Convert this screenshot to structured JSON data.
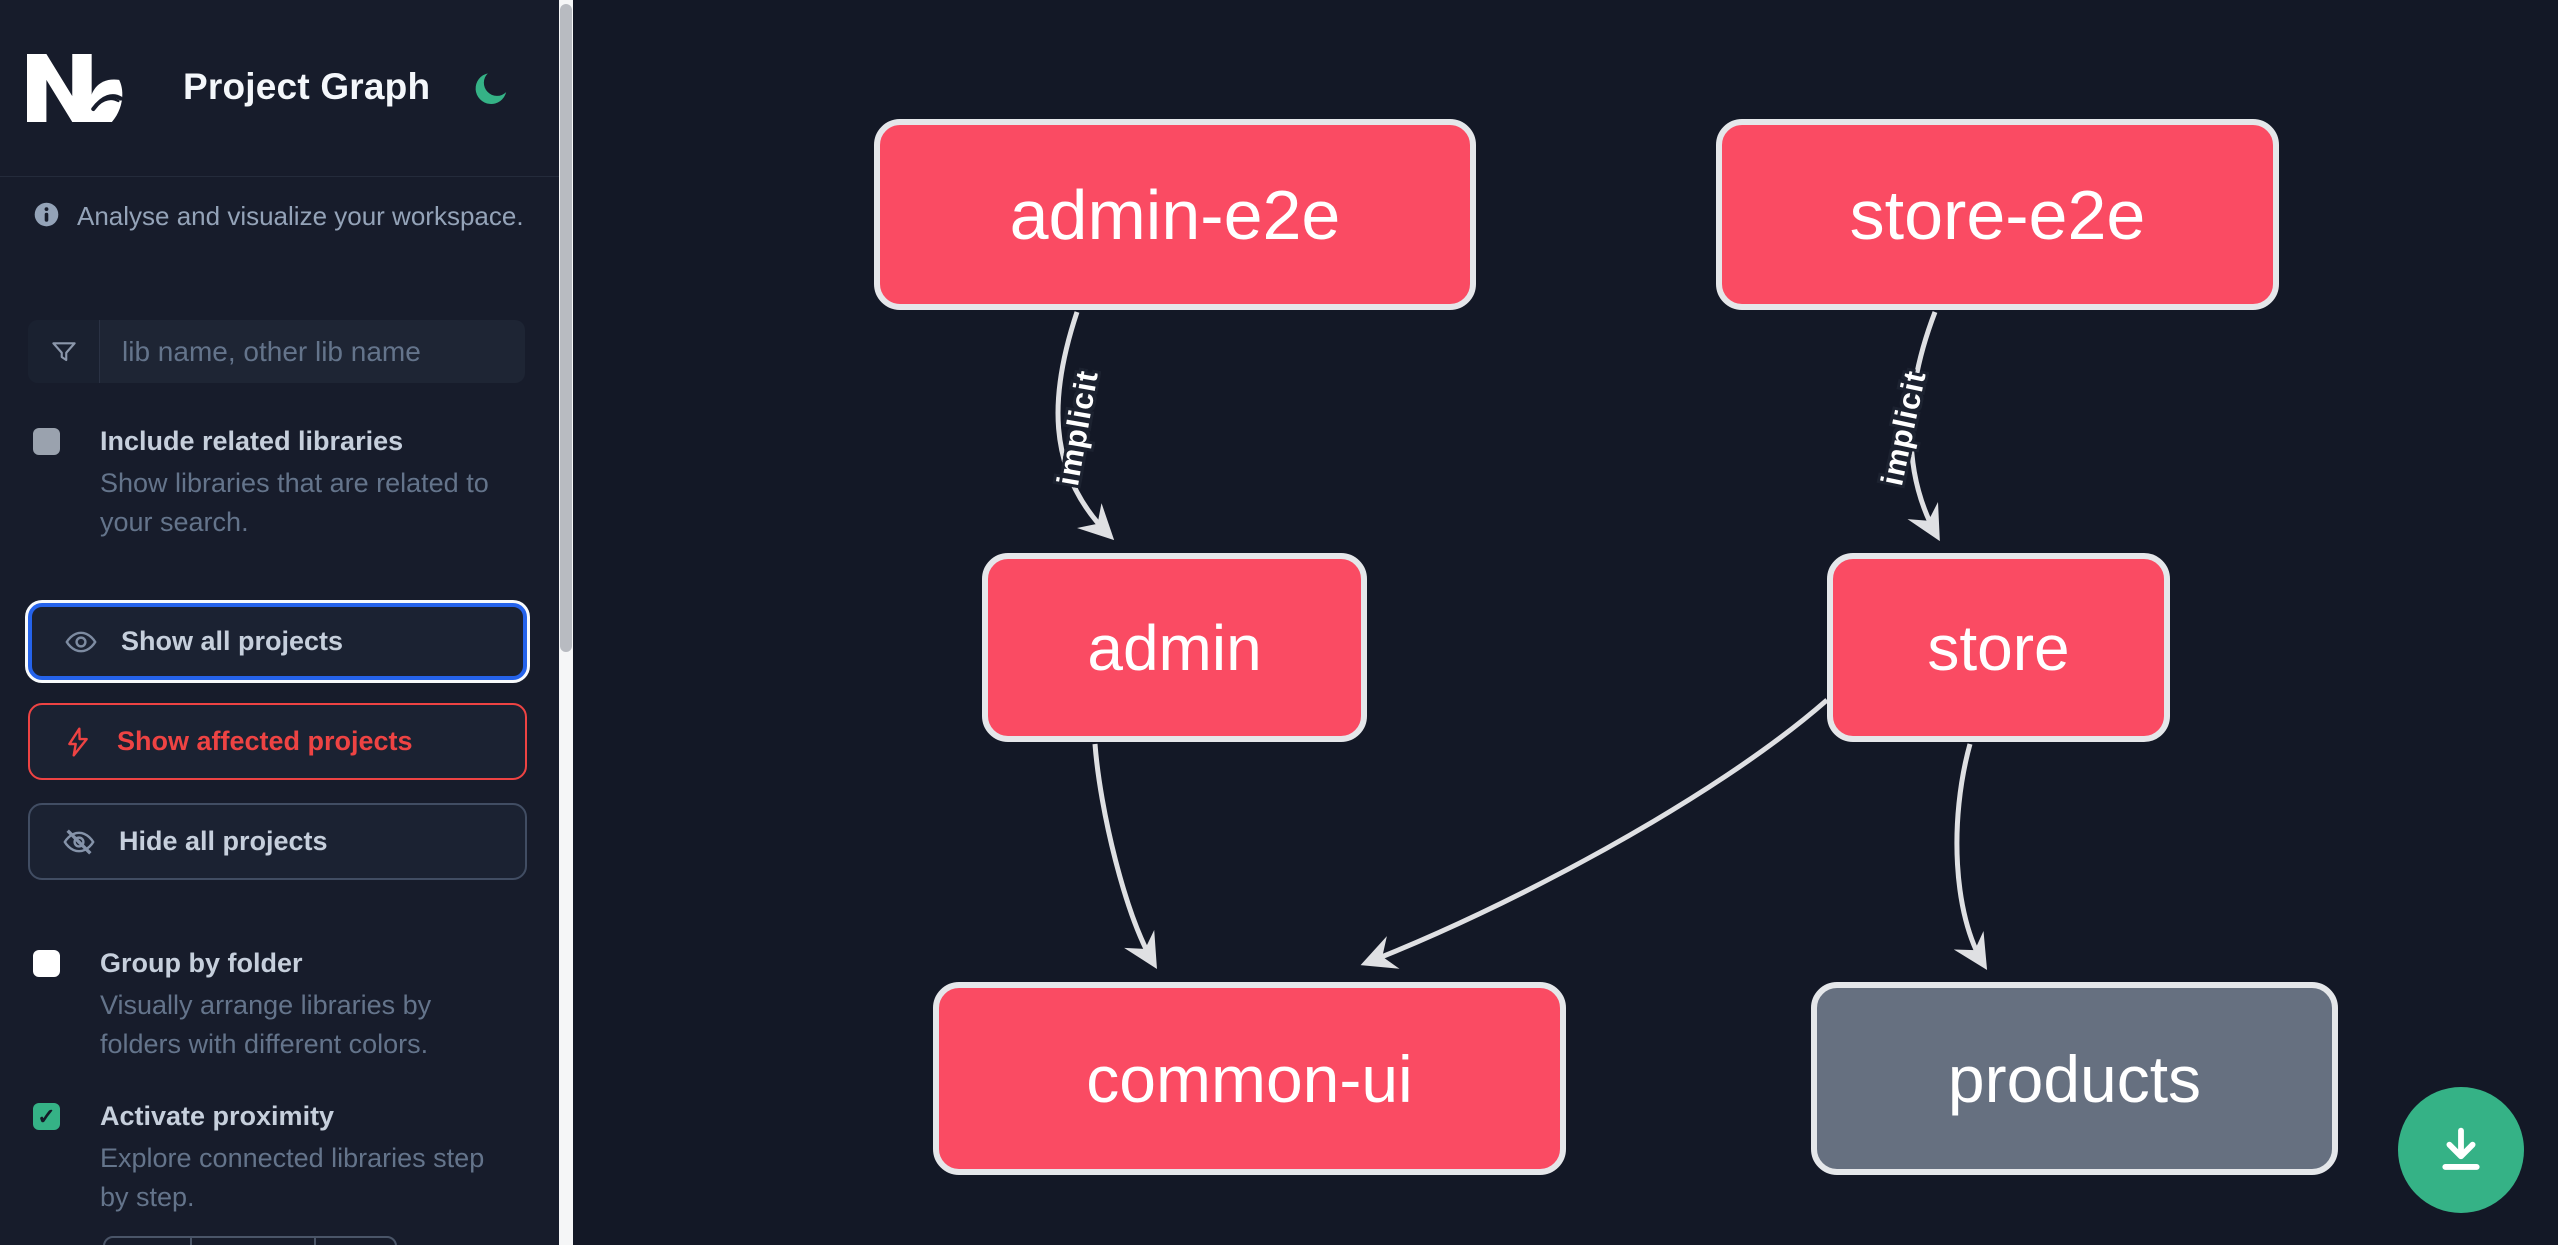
{
  "header": {
    "title": "Project Graph",
    "theme_toggle": "dark-mode-moon"
  },
  "sidebar": {
    "tagline": "Analyse and visualize your workspace.",
    "search": {
      "placeholder": "lib name, other lib name",
      "value": ""
    },
    "include_related": {
      "label": "Include related libraries",
      "description": "Show libraries that are related to your search.",
      "checked": false
    },
    "actions": {
      "show_all": {
        "label": "Show all projects",
        "focused": true
      },
      "show_affected": {
        "label": "Show affected projects"
      },
      "hide_all": {
        "label": "Hide all projects"
      }
    },
    "group_by_folder": {
      "label": "Group by folder",
      "description": "Visually arrange libraries by folders with different colors.",
      "checked": false
    },
    "activate_proximity": {
      "label": "Activate proximity",
      "description": "Explore connected libraries step by step.",
      "checked": true
    },
    "check_glyph": "✓"
  },
  "graph": {
    "nodes": [
      {
        "id": "admin-e2e",
        "label": "admin-e2e",
        "color": "pink"
      },
      {
        "id": "store-e2e",
        "label": "store-e2e",
        "color": "pink"
      },
      {
        "id": "admin",
        "label": "admin",
        "color": "pink"
      },
      {
        "id": "store",
        "label": "store",
        "color": "pink"
      },
      {
        "id": "common-ui",
        "label": "common-ui",
        "color": "pink"
      },
      {
        "id": "products",
        "label": "products",
        "color": "gray"
      }
    ],
    "edges": [
      {
        "from": "admin-e2e",
        "to": "admin",
        "label": "implicit"
      },
      {
        "from": "store-e2e",
        "to": "store",
        "label": "implicit"
      },
      {
        "from": "admin",
        "to": "common-ui",
        "label": ""
      },
      {
        "from": "store",
        "to": "common-ui",
        "label": ""
      },
      {
        "from": "store",
        "to": "products",
        "label": ""
      }
    ]
  },
  "fab": {
    "action": "download-graph-image"
  },
  "colors": {
    "node_pink": "#fa4b63",
    "node_gray": "#667080",
    "accent_green": "#35b286",
    "affected_red": "#ee4343",
    "focus_blue": "#2563eb",
    "sidebar_bg": "#171c2b",
    "canvas_bg": "#131826"
  }
}
